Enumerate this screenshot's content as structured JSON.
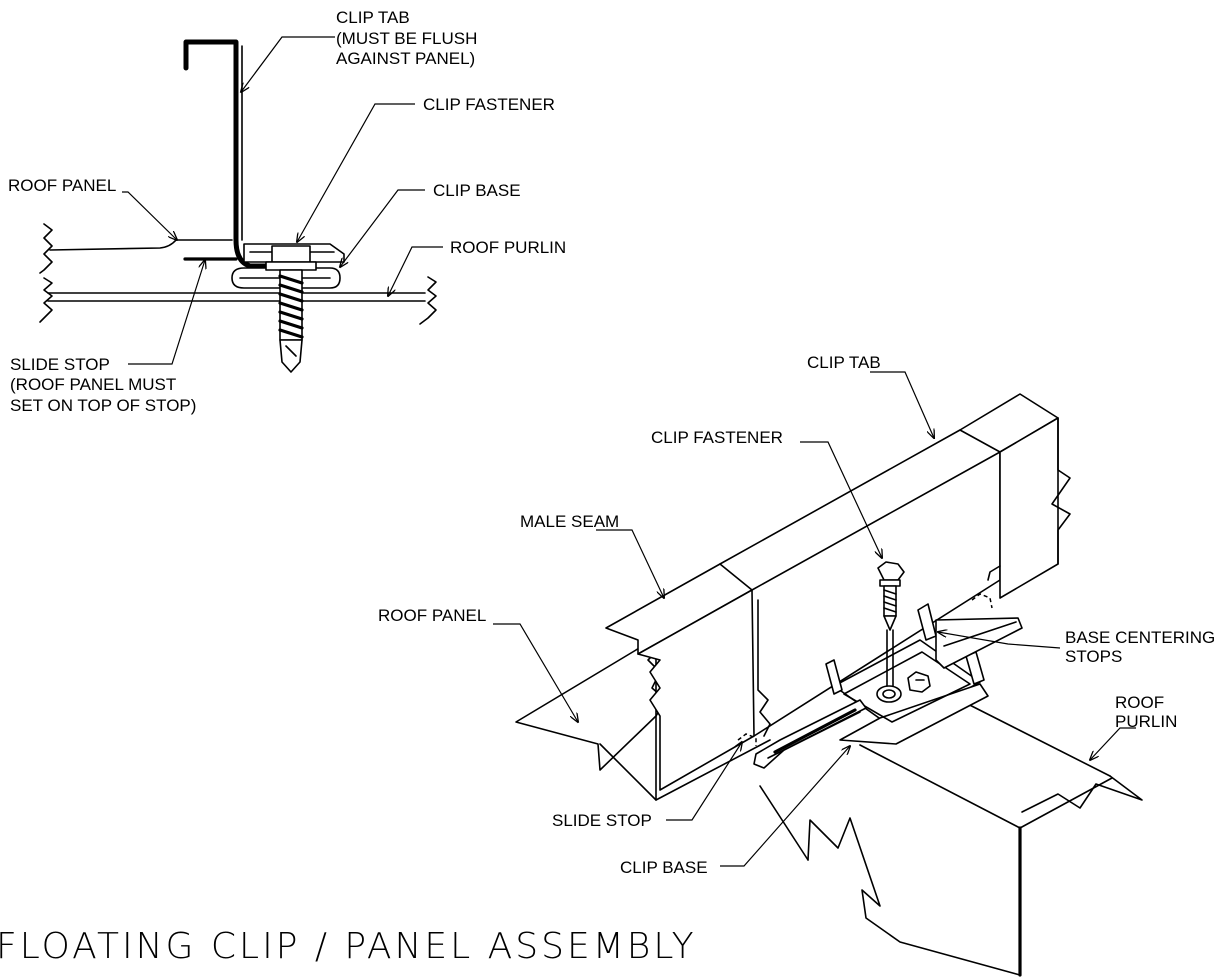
{
  "diagram": {
    "title": "FLOATING CLIP / PANEL ASSEMBLY",
    "section_view": {
      "labels": {
        "clip_tab": [
          "CLIP TAB",
          "(MUST BE FLUSH",
          "AGAINST PANEL)"
        ],
        "clip_fastener": "CLIP FASTENER",
        "roof_panel": "ROOF PANEL",
        "clip_base": "CLIP BASE",
        "roof_purlin": "ROOF PURLIN",
        "slide_stop": [
          "SLIDE STOP",
          "(ROOF PANEL MUST",
          "SET ON TOP OF STOP)"
        ]
      }
    },
    "isometric_view": {
      "labels": {
        "clip_tab": "CLIP TAB",
        "clip_fastener": "CLIP FASTENER",
        "male_seam": "MALE SEAM",
        "roof_panel": "ROOF PANEL",
        "base_centering_stops": [
          "BASE CENTERING",
          "STOPS"
        ],
        "roof_purlin": [
          "ROOF",
          "PURLIN"
        ],
        "slide_stop": "SLIDE STOP",
        "clip_base": "CLIP BASE"
      }
    }
  }
}
